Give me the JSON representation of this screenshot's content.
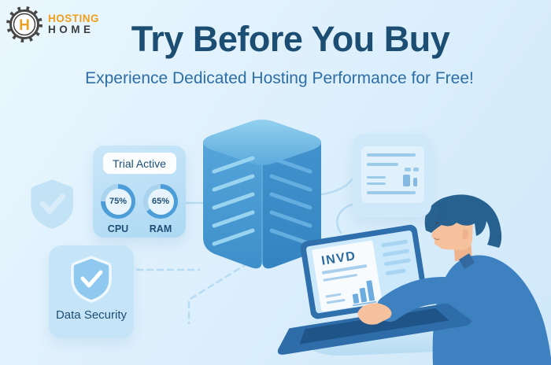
{
  "logo": {
    "monogram": "H",
    "name_top": "HOSTING",
    "name_bottom": "HOME"
  },
  "hero": {
    "title": "Try Before You Buy",
    "subtitle": "Experience Dedicated Hosting Performance for Free!"
  },
  "trial_card": {
    "label": "Trial Active",
    "gauges": [
      {
        "value": "75%",
        "label": "CPU",
        "percent": 75
      },
      {
        "value": "65%",
        "label": "RAM",
        "percent": 65
      }
    ]
  },
  "security_card": {
    "label": "Data Security"
  },
  "laptop": {
    "doc_title": "INVD"
  },
  "colors": {
    "brand_orange": "#EFA11F",
    "headline_blue": "#1C4D73",
    "subtitle_blue": "#2E6EA5",
    "gauge_fill": "#4D9DD8",
    "gauge_track": "#A9D3EE",
    "server_blue": "#4499D4",
    "shirt_blue": "#3D81C0"
  }
}
